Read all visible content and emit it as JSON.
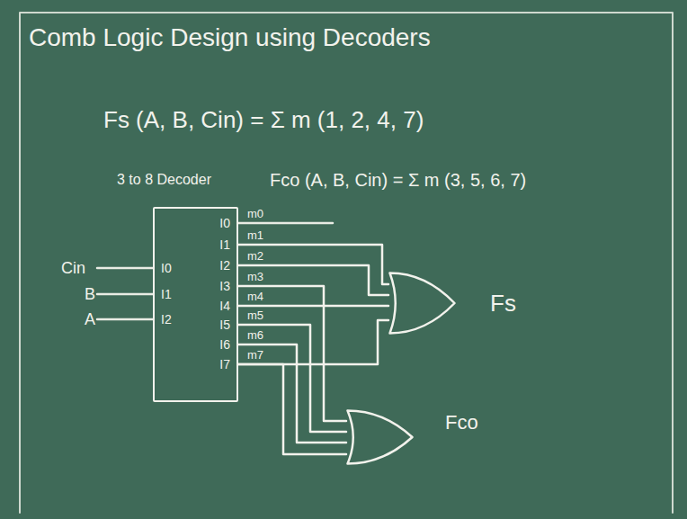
{
  "diagram": {
    "title": "Comb Logic Design using Decoders",
    "nodes": [
      {
        "text": [
          "3 to 8 Decoder",
          "I0",
          "I1",
          "I2",
          "I0",
          "I1",
          "I2",
          "I3",
          "I4",
          "I5",
          "I6",
          "I7"
        ]
      },
      {
        "text": [
          "Fs"
        ]
      },
      {
        "text": [
          "Fco"
        ]
      }
    ],
    "edges": [
      {
        "from": 0,
        "to": 1,
        "arrow": "none",
        "label": "m1"
      },
      {
        "from": 0,
        "to": 1,
        "arrow": "none",
        "label": "m2"
      },
      {
        "from": 0,
        "to": 1,
        "arrow": "none",
        "label": "m4"
      },
      {
        "from": 0,
        "to": 1,
        "arrow": "none",
        "label": "m7"
      },
      {
        "from": 0,
        "to": 2,
        "arrow": "none",
        "label": "m3"
      },
      {
        "from": 0,
        "to": 2,
        "arrow": "none",
        "label": "m5"
      },
      {
        "from": 0,
        "to": 2,
        "arrow": "none",
        "label": "m6"
      },
      {
        "from": 0,
        "to": 2,
        "arrow": "none"
      }
    ],
    "labels": [
      "Fs (A, B, Cin) = Σ m (1, 2, 4, 7)",
      "Fco (A, B, Cin) = Σ m (3, 5, 6, 7)",
      "Cin",
      "B",
      "A",
      "m0"
    ]
  }
}
